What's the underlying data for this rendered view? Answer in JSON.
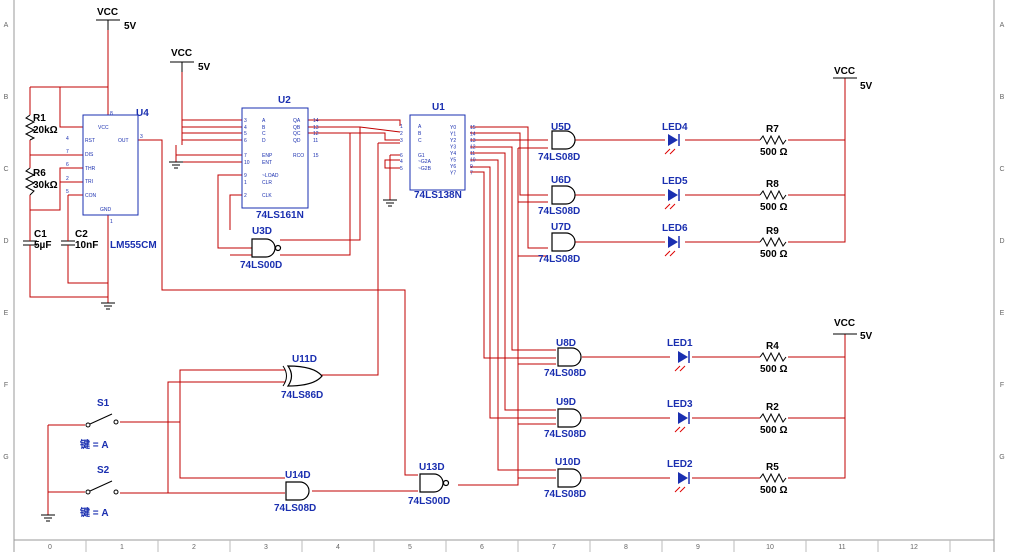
{
  "supplies": {
    "net": "VCC",
    "voltage": "5V"
  },
  "ics": {
    "u4": {
      "ref": "U4",
      "part": "LM555CM",
      "pins": [
        "VCC",
        "RST",
        "DIS",
        "THR",
        "TRI",
        "CON",
        "GND",
        "OUT"
      ],
      "pin_nums": [
        "8",
        "4",
        "7",
        "6",
        "2",
        "5",
        "1",
        "3"
      ]
    },
    "u2": {
      "ref": "U2",
      "part": "74LS161N",
      "left_pins": [
        "A",
        "B",
        "C",
        "D",
        "ENP",
        "ENT",
        "~LOAD",
        "CLR",
        "CLK"
      ],
      "right_pins": [
        "QA",
        "QB",
        "QC",
        "QD",
        "RCO"
      ],
      "left_nums": [
        "3",
        "4",
        "5",
        "6",
        "7",
        "10",
        "9",
        "1",
        "2"
      ],
      "right_nums": [
        "14",
        "13",
        "12",
        "11",
        "15"
      ]
    },
    "u1": {
      "ref": "U1",
      "part": "74LS138N",
      "left_pins": [
        "A",
        "B",
        "C",
        "G1",
        "~G2A",
        "~G2B"
      ],
      "right_pins": [
        "Y0",
        "Y1",
        "Y2",
        "Y3",
        "Y4",
        "Y5",
        "Y6",
        "Y7"
      ],
      "left_nums": [
        "1",
        "2",
        "3",
        "6",
        "4",
        "5"
      ],
      "right_nums": [
        "15",
        "14",
        "13",
        "12",
        "11",
        "10",
        "9",
        "7"
      ]
    }
  },
  "gates": {
    "u5d": {
      "ref": "U5D",
      "part": "74LS08D"
    },
    "u6d": {
      "ref": "U6D",
      "part": "74LS08D"
    },
    "u7d": {
      "ref": "U7D",
      "part": "74LS08D"
    },
    "u8d": {
      "ref": "U8D",
      "part": "74LS08D"
    },
    "u9d": {
      "ref": "U9D",
      "part": "74LS08D"
    },
    "u10d": {
      "ref": "U10D",
      "part": "74LS08D"
    },
    "u3d": {
      "ref": "U3D",
      "part": "74LS00D"
    },
    "u11d": {
      "ref": "U11D",
      "part": "74LS86D"
    },
    "u14d": {
      "ref": "U14D",
      "part": "74LS08D"
    },
    "u13d": {
      "ref": "U13D",
      "part": "74LS00D"
    }
  },
  "leds": [
    "LED4",
    "LED5",
    "LED6",
    "LED1",
    "LED3",
    "LED2"
  ],
  "resistors": [
    {
      "ref": "R7",
      "value": "500 Ω"
    },
    {
      "ref": "R8",
      "value": "500 Ω"
    },
    {
      "ref": "R9",
      "value": "500 Ω"
    },
    {
      "ref": "R4",
      "value": "500 Ω"
    },
    {
      "ref": "R2",
      "value": "500 Ω"
    },
    {
      "ref": "R5",
      "value": "500 Ω"
    }
  ],
  "timing": {
    "r1": {
      "ref": "R1",
      "value": "20kΩ"
    },
    "r6": {
      "ref": "R6",
      "value": "30kΩ"
    },
    "c1": {
      "ref": "C1",
      "value": "5µF"
    },
    "c2": {
      "ref": "C2",
      "value": "10nF"
    }
  },
  "switches": [
    {
      "ref": "S1",
      "key": "键 = A"
    },
    {
      "ref": "S2",
      "key": "键 = A"
    }
  ],
  "ruler": {
    "rows": [
      "A",
      "B",
      "C",
      "D",
      "E",
      "F",
      "G"
    ],
    "cols": [
      "0",
      "1",
      "2",
      "3",
      "4",
      "5",
      "6",
      "7",
      "8",
      "9",
      "10",
      "11",
      "12"
    ]
  }
}
